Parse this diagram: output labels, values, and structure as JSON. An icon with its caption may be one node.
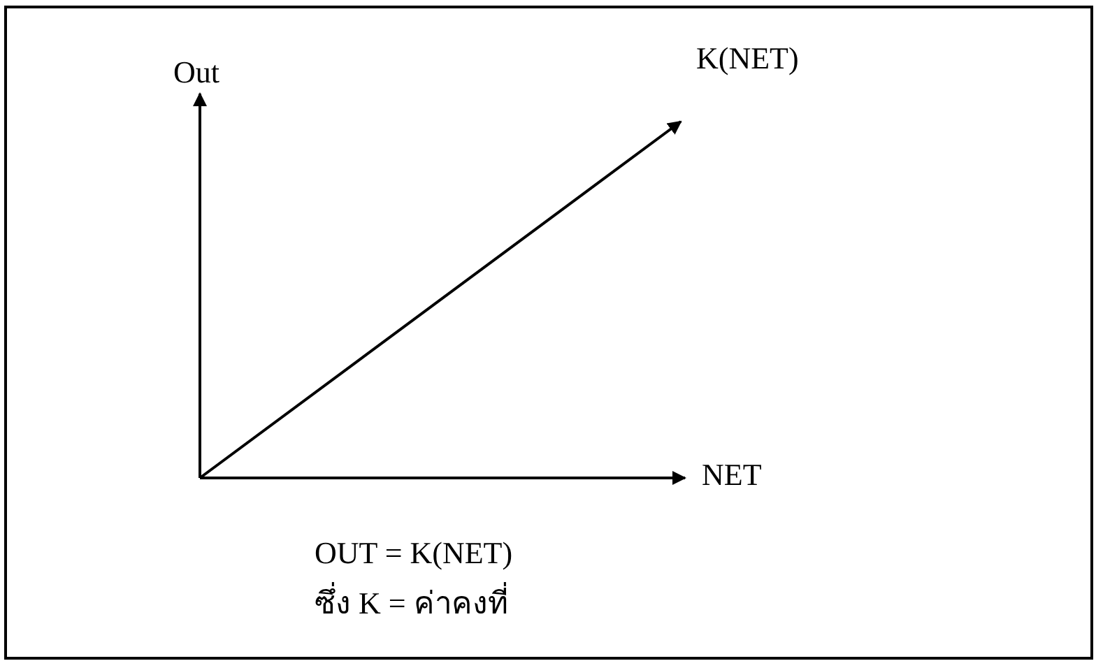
{
  "diagram": {
    "labels": [
      "Out",
      "K(NET)",
      "NET",
      "OUT = K(NET)",
      "ซึ่ง K = ค่าคงที่"
    ]
  }
}
